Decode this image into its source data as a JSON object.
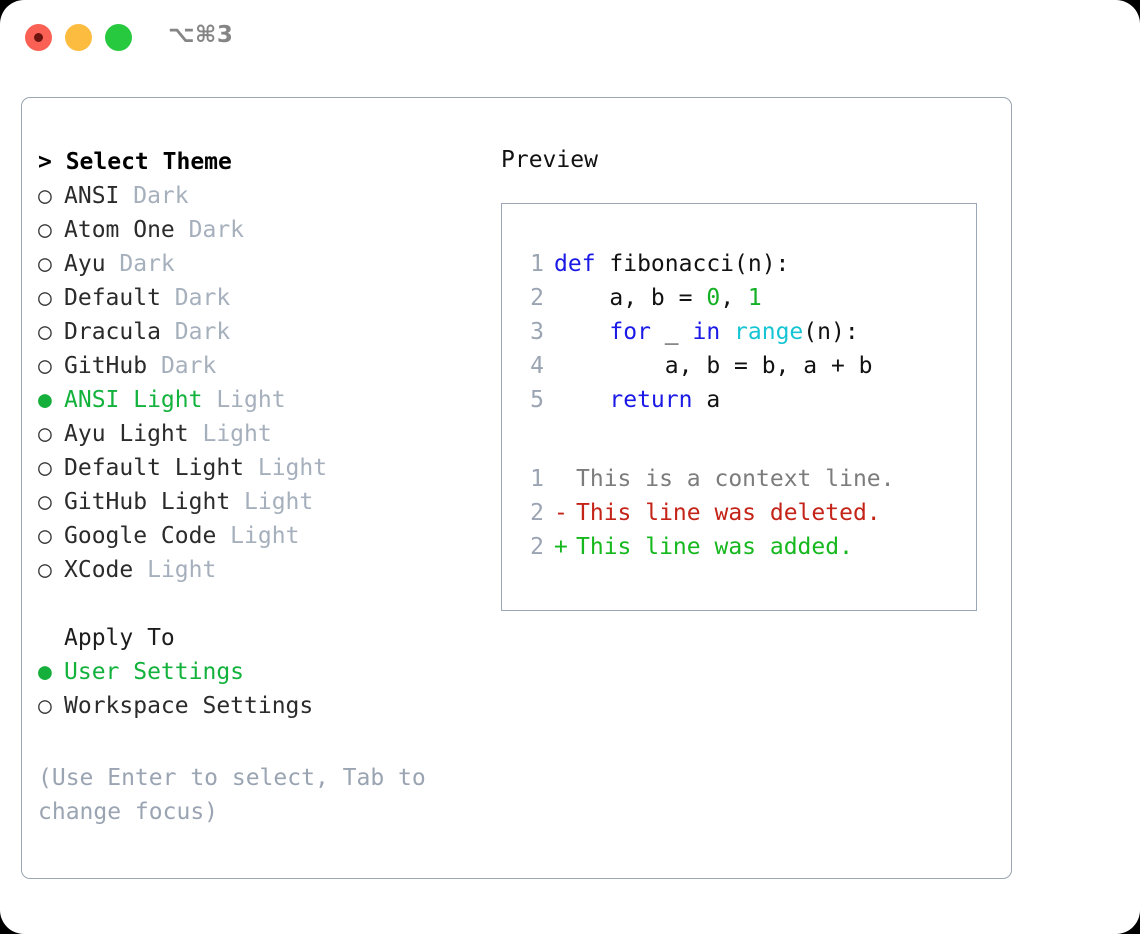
{
  "titlebar": {
    "traffic_lights": [
      {
        "name": "close",
        "color": "#fa6054"
      },
      {
        "name": "minimize",
        "color": "#fcbc40"
      },
      {
        "name": "zoom",
        "color": "#27c93f"
      }
    ],
    "shortcut": "⌥⌘3"
  },
  "theme_picker": {
    "header": "> Select Theme",
    "bullet_selected": "●",
    "bullet_unselected": "○",
    "items": [
      {
        "name": "ANSI",
        "kind": "Dark",
        "selected": false
      },
      {
        "name": "Atom One",
        "kind": "Dark",
        "selected": false
      },
      {
        "name": "Ayu",
        "kind": "Dark",
        "selected": false
      },
      {
        "name": "Default",
        "kind": "Dark",
        "selected": false
      },
      {
        "name": "Dracula",
        "kind": "Dark",
        "selected": false
      },
      {
        "name": "GitHub",
        "kind": "Dark",
        "selected": false
      },
      {
        "name": "ANSI Light",
        "kind": "Light",
        "selected": true
      },
      {
        "name": "Ayu Light",
        "kind": "Light",
        "selected": false
      },
      {
        "name": "Default Light",
        "kind": "Light",
        "selected": false
      },
      {
        "name": "GitHub Light",
        "kind": "Light",
        "selected": false
      },
      {
        "name": "Google Code",
        "kind": "Light",
        "selected": false
      },
      {
        "name": "XCode",
        "kind": "Light",
        "selected": false
      }
    ]
  },
  "apply_to": {
    "header": "Apply To",
    "options": [
      {
        "label": "User Settings",
        "selected": true
      },
      {
        "label": "Workspace Settings",
        "selected": false
      }
    ]
  },
  "hint": "(Use Enter to select, Tab to change focus)",
  "preview": {
    "title": "Preview",
    "code_lines": [
      {
        "num": "1",
        "tokens": [
          {
            "t": "def",
            "c": "kw"
          },
          {
            "t": " fibonacci(n):",
            "c": "plain"
          }
        ]
      },
      {
        "num": "2",
        "tokens": [
          {
            "t": "    a, b = ",
            "c": "plain"
          },
          {
            "t": "0",
            "c": "num"
          },
          {
            "t": ", ",
            "c": "plain"
          },
          {
            "t": "1",
            "c": "num"
          }
        ]
      },
      {
        "num": "3",
        "tokens": [
          {
            "t": "    ",
            "c": "plain"
          },
          {
            "t": "for",
            "c": "kw"
          },
          {
            "t": " _ ",
            "c": "plain"
          },
          {
            "t": "in",
            "c": "kw"
          },
          {
            "t": " ",
            "c": "plain"
          },
          {
            "t": "range",
            "c": "fn"
          },
          {
            "t": "(n):",
            "c": "plain"
          }
        ]
      },
      {
        "num": "4",
        "tokens": [
          {
            "t": "        a, b = b, a + b",
            "c": "plain"
          }
        ]
      },
      {
        "num": "5",
        "tokens": [
          {
            "t": "    ",
            "c": "plain"
          },
          {
            "t": "return",
            "c": "kw"
          },
          {
            "t": " a",
            "c": "plain"
          }
        ]
      }
    ],
    "diff_lines": [
      {
        "num": "1",
        "mark": " ",
        "text": "This is a context line.",
        "kind": "ctx"
      },
      {
        "num": "2",
        "mark": "-",
        "text": "This line was deleted.",
        "kind": "del"
      },
      {
        "num": "2",
        "mark": "+",
        "text": "This line was added.",
        "kind": "add"
      }
    ]
  },
  "colors": {
    "accent_green": "#12b23c",
    "muted": "#a6b0bd",
    "border": "#9aa6b5",
    "keyword": "#1a19e6",
    "function": "#16c5d4",
    "number": "#14b024",
    "diff_add": "#16b81e",
    "diff_del": "#c42318"
  }
}
